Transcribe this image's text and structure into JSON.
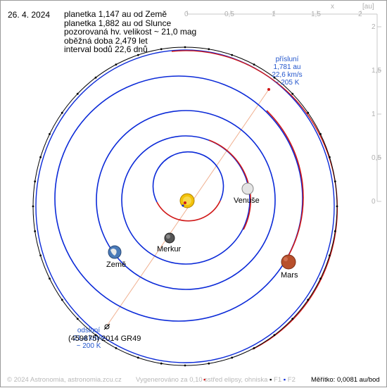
{
  "date": "26. 4. 2024",
  "info_lines": [
    "planetka 1,147 au od Země",
    "planetka 1,882 au od Slunce",
    "pozorovaná hv. velikost ~ 21,0 mag",
    "oběžná doba 2,479 let",
    "interval bodů 22,6 dnů"
  ],
  "axis": {
    "x_ticks": [
      "0",
      "0,5",
      "1",
      "1,5",
      "2"
    ],
    "y_ticks": [
      "2",
      "1,5",
      "1",
      "0,5",
      "0"
    ],
    "x_name": "x",
    "unit": "[au]"
  },
  "perihelion": {
    "title": "přísluní",
    "distance": "1,781 au",
    "speed": "22,6 km/s",
    "temperature": "~ 205 K"
  },
  "aphelion": {
    "title": "odsluní",
    "distance": "",
    "speed": "21,4 km/s",
    "temperature": "~ 200 K"
  },
  "asteroid_name": "(459875) 2014 GR49",
  "planets": {
    "venus": "Venuše",
    "mercury": "Merkur",
    "earth": "Země",
    "mars": "Mars"
  },
  "footer": {
    "copyright": "© 2024 Astronomia, astronomia.zcu.cz",
    "generated": "Vygenerováno za 0,10 s",
    "legend_center": "střed elipsy, ohniska",
    "f1": "F1",
    "f2": "F2",
    "scale": "Měřítko: 0,0081 au/bod"
  },
  "colors": {
    "orbit_blue": "#0b2ad8",
    "orbit_red": "#d01818",
    "asteroid_path": "#000000",
    "label_blue": "#2255cc",
    "sun": "#f2c20a",
    "venus": "#e4e4e4",
    "mercury": "#555555",
    "earth": "#4a7ab8",
    "mars": "#b8502c"
  }
}
